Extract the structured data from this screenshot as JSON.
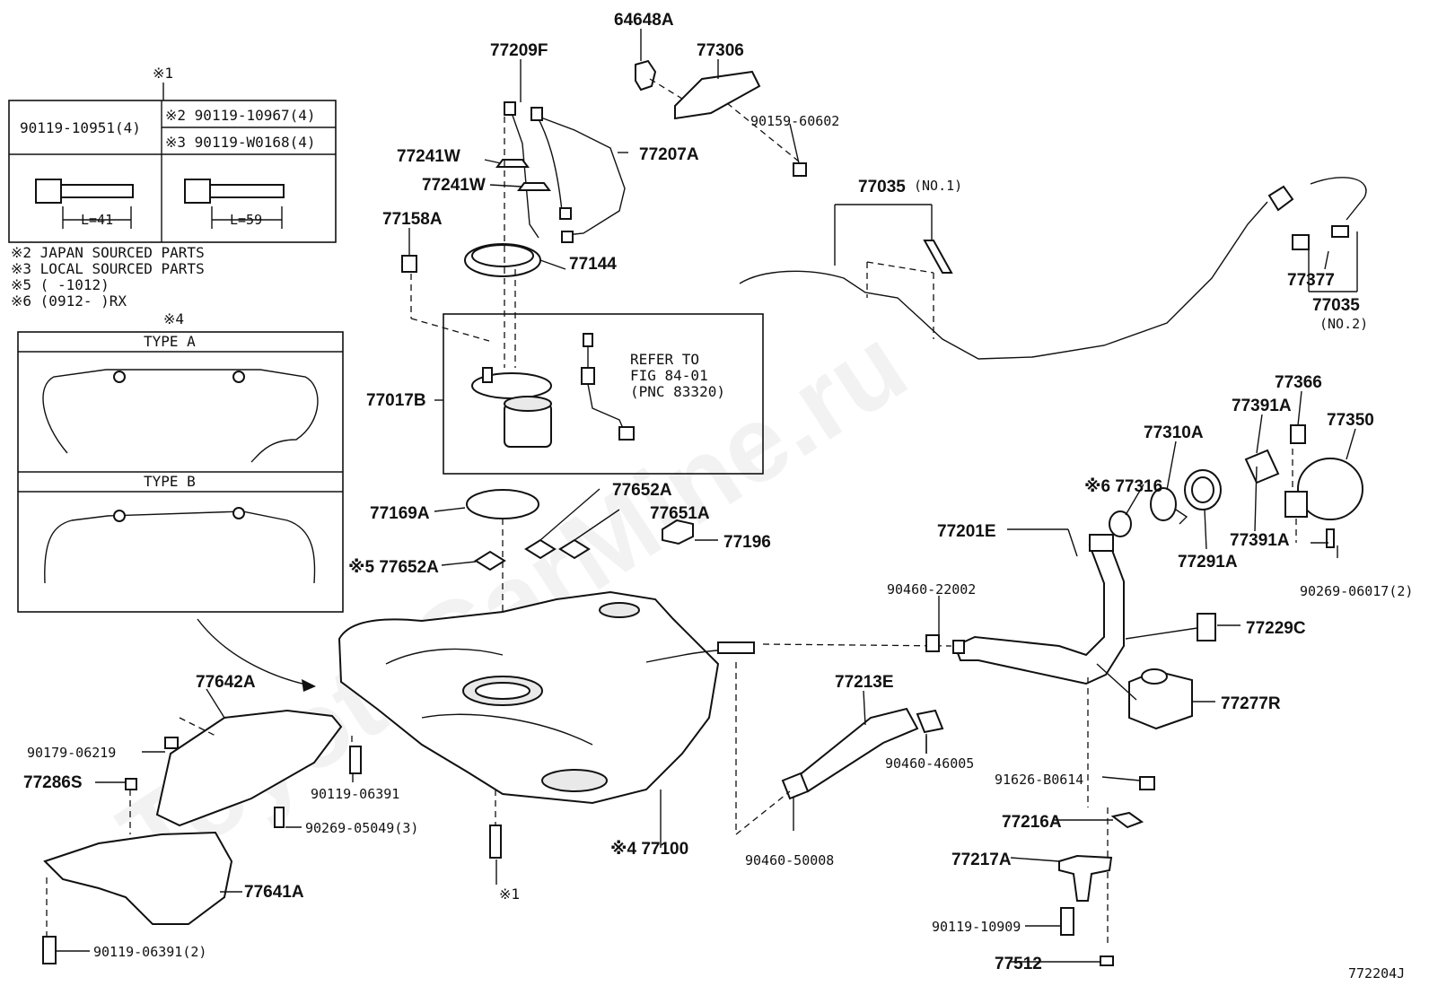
{
  "watermark": "ToyotaCarMine.ru",
  "figure_code": "772204J",
  "bolt_table": {
    "header_mark": "※1",
    "left_part": "90119-10951(4)",
    "right_parts": [
      "※2 90119-10967(4)",
      "※3 90119-W0168(4)"
    ],
    "left_length": "L=41",
    "right_length": "L=59"
  },
  "notes": [
    "※2 JAPAN SOURCED PARTS",
    "※3 LOCAL SOURCED PARTS",
    "※5 (      -1012)",
    "※6 (0912-      )RX"
  ],
  "type_box": {
    "mark": "※4",
    "type_a": "TYPE  A",
    "type_b": "TYPE  B"
  },
  "refer_box": [
    "REFER TO",
    "FIG 84-01",
    "(PNC 83320)"
  ],
  "no1": "(NO.1)",
  "no2": "(NO.2)",
  "labels": {
    "p64648A": "64648A",
    "p77306": "77306",
    "p77209F": "77209F",
    "p90159": "90159-60602",
    "p77207A": "77207A",
    "p77241W_1": "77241W",
    "p77241W_2": "77241W",
    "p77158A": "77158A",
    "p77144": "77144",
    "p77035_1": "77035",
    "p77377": "77377",
    "p77035_2": "77035",
    "p77017B": "77017B",
    "p77366": "77366",
    "p77391A_1": "77391A",
    "p77350": "77350",
    "p77310A": "77310A",
    "p77316": "※6 77316",
    "p77169A": "77169A",
    "p77652A_1": "77652A",
    "p77651A": "77651A",
    "p77196": "77196",
    "p77201E": "77201E",
    "p77391A_2": "77391A",
    "p77291A": "77291A",
    "p77652A_2": "※5 77652A",
    "p90460_22002": "90460-22002",
    "p90269_06017": "90269-06017(2)",
    "p77229C": "77229C",
    "p77642A": "77642A",
    "p77213E": "77213E",
    "p77277R": "77277R",
    "p90179": "90179-06219",
    "p77286S": "77286S",
    "p90119_06391": "90119-06391",
    "p90460_46005": "90460-46005",
    "p91626": "91626-B0614",
    "p90269_05049": "90269-05049(3)",
    "p77216A": "77216A",
    "p77100": "※4 77100",
    "p77641A": "77641A",
    "p90460_50008": "90460-50008",
    "p77217A": "77217A",
    "p90119_10909": "90119-10909",
    "p90119_06391_2": "90119-06391(2)",
    "p77512": "77512",
    "mark1_bottom": "※1"
  }
}
